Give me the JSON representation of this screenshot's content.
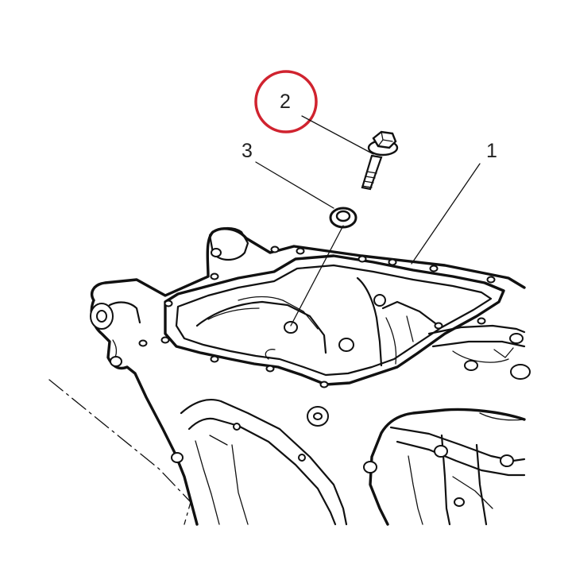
{
  "diagram": {
    "callouts": [
      {
        "id": "1",
        "label": "1"
      },
      {
        "id": "2",
        "label": "2",
        "highlighted": true
      },
      {
        "id": "3",
        "label": "3"
      }
    ],
    "highlight_color": "#d0232f",
    "line_color": "#111111"
  }
}
